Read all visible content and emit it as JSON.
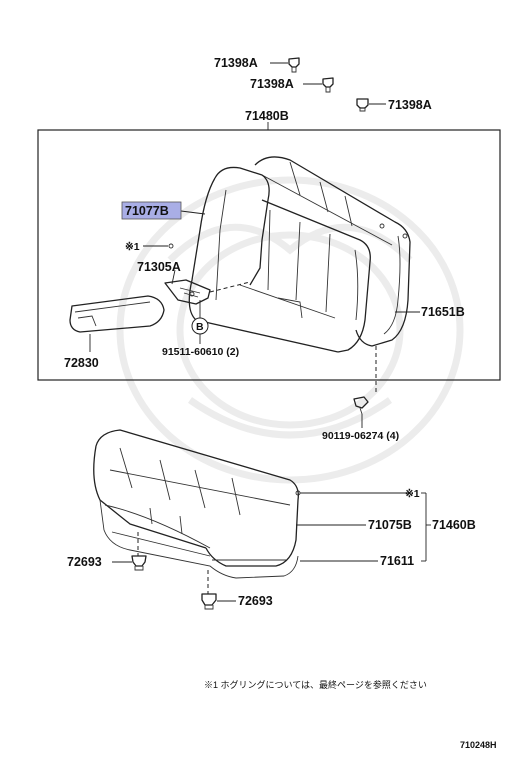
{
  "parts": {
    "clip_top_1": "71398A",
    "clip_top_2": "71398A",
    "clip_top_3": "71398A",
    "back_assy": "71480B",
    "back_frame_highlighted": "71077B",
    "hog_ring_mark_top": "※1",
    "hinge": "71305A",
    "bolt_ref_circle": "B",
    "bolt": "91511-60610 (2)",
    "armrest": "72830",
    "back_cover": "71651B",
    "screw": "90119-06274 (4)",
    "cushion_frame": "71075B",
    "cushion_assy": "71460B",
    "cushion_cover": "71611",
    "hog_ring_mark_bottom": "※1",
    "stopper_left": "72693",
    "stopper_bottom": "72693"
  },
  "footnote": "※1  ホグリングについては、最終ページを参照ください",
  "diagram_code": "710248H",
  "colors": {
    "highlight": "#a9aee6",
    "line": "#222222"
  }
}
